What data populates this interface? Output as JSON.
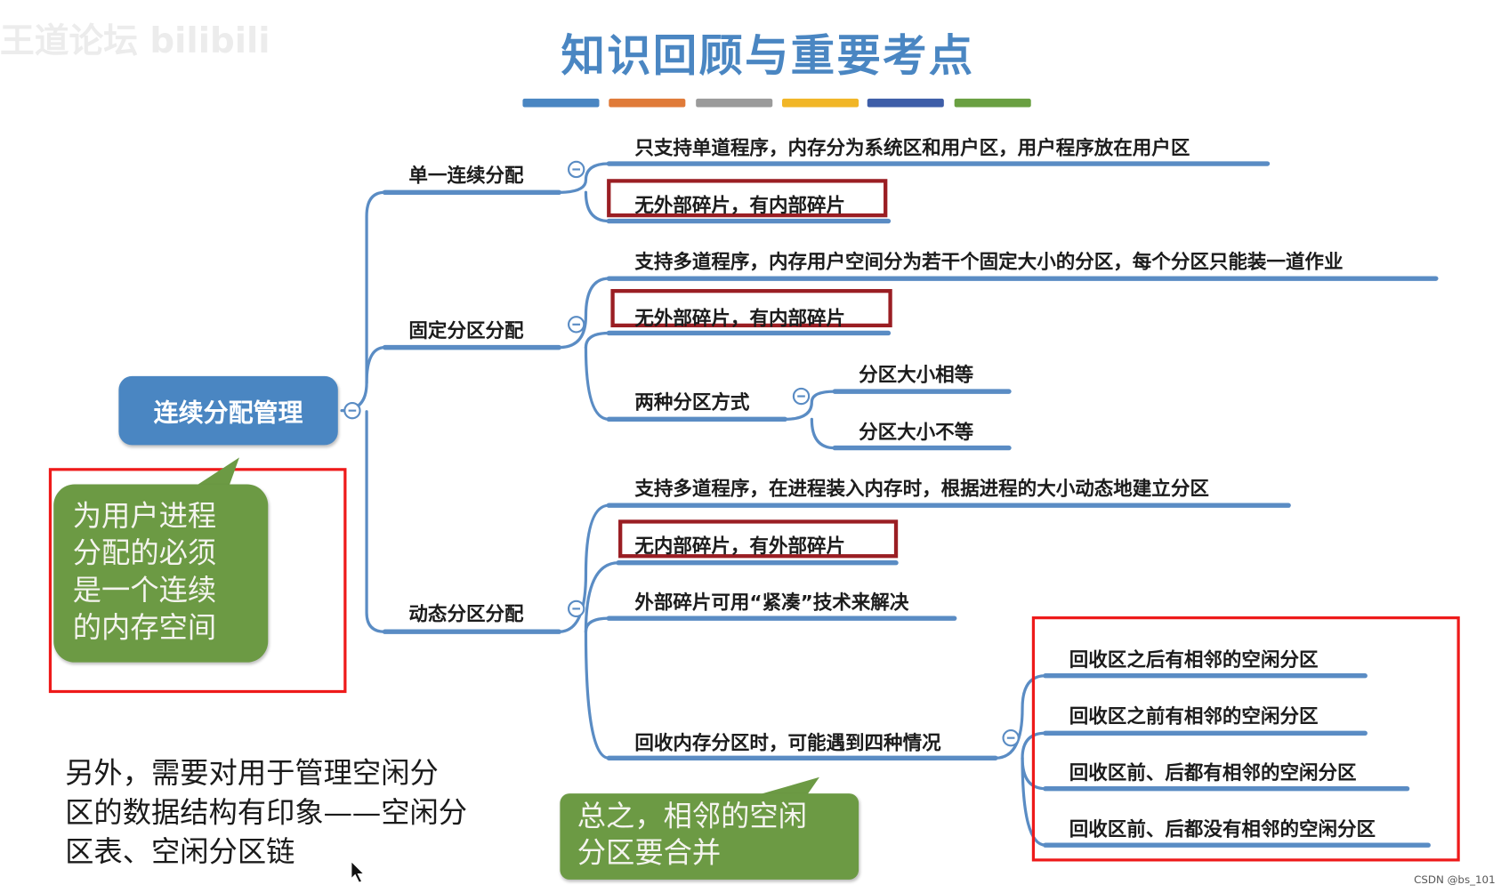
{
  "watermark": "王道论坛 bilibili",
  "title": "知识回顾与重要考点",
  "title_bar_colors": [
    "#4a86c2",
    "#e07b39",
    "#9b9b9b",
    "#f1b627",
    "#3e5ea8",
    "#6aa042"
  ],
  "root": "连续分配管理",
  "branches": {
    "single": {
      "label": "单一连续分配",
      "items": [
        "只支持单道程序，内存分为系统区和用户区，用户程序放在用户区",
        "无外部碎片，有内部碎片"
      ]
    },
    "fixed": {
      "label": "固定分区分配",
      "items": [
        "支持多道程序，内存用户空间分为若干个固定大小的分区，每个分区只能装一道作业",
        "无外部碎片，有内部碎片"
      ],
      "methods": {
        "label": "两种分区方式",
        "items": [
          "分区大小相等",
          "分区大小不等"
        ]
      }
    },
    "dynamic": {
      "label": "动态分区分配",
      "items": [
        "支持多道程序，在进程装入内存时，根据进程的大小动态地建立分区",
        "无内部碎片，有外部碎片",
        "外部碎片可用“紧凑”技术来解决"
      ],
      "recycle": {
        "label": "回收内存分区时，可能遇到四种情况",
        "items": [
          "回收区之后有相邻的空闲分区",
          "回收区之前有相邻的空闲分区",
          "回收区前、后都有相邻的空闲分区",
          "回收区前、后都没有相邻的空闲分区"
        ]
      }
    }
  },
  "callouts": {
    "left": [
      "为用户进程",
      "分配的必须",
      "是一个连续",
      "的内存空间"
    ],
    "bottom": [
      "总之，相邻的空闲",
      "分区要合并"
    ]
  },
  "note": [
    "另外，需要对用于管理空闲分",
    "区的数据结构有印象——空闲分",
    "区表、空闲分区链"
  ],
  "credit": "CSDN @bs_101",
  "colors": {
    "branch_line": "#5a8cc4",
    "highlight": "#9a1e23",
    "red_box": "#ee1a1a",
    "callout": "#6c9a44",
    "root": "#4a86c2"
  }
}
